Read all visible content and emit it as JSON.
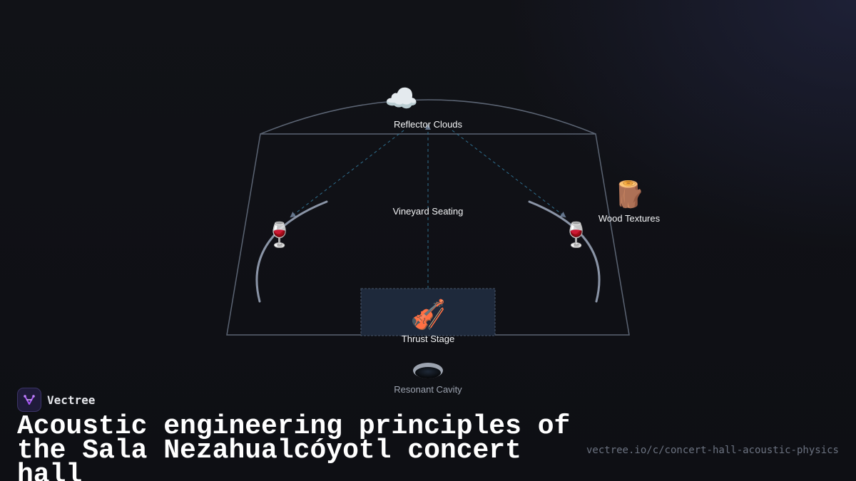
{
  "diagram": {
    "nodes": {
      "reflector": {
        "icon": "cloud-icon",
        "glyph": "☁️",
        "label": "Reflector Clouds"
      },
      "seating": {
        "label": "Vineyard Seating"
      },
      "seating_left": {
        "icon": "wine-glass-icon",
        "glyph": "🍷"
      },
      "seating_right": {
        "icon": "wine-glass-icon",
        "glyph": "🍷"
      },
      "wood": {
        "icon": "wood-log-icon",
        "glyph": "🪵",
        "label": "Wood Textures"
      },
      "stage": {
        "icon": "violin-icon",
        "glyph": "🎻",
        "label": "Thrust Stage"
      },
      "cavity": {
        "icon": "cavity-hole-icon",
        "label": "Resonant Cavity"
      }
    },
    "colors": {
      "outline": "#5b6473",
      "seating_arc": "#8a94a6",
      "dashed_path": "#2f6f8f",
      "stage_fill": "#1e293b",
      "stage_border": "#475569"
    }
  },
  "brand": {
    "name": "Vectree",
    "logo_icon": "vectree-logo-icon",
    "accent": "#a855f7"
  },
  "title": "Acoustic engineering principles of\nthe Sala Nezahualcóyotl concert hall",
  "url": "vectree.io/c/concert-hall-acoustic-physics"
}
